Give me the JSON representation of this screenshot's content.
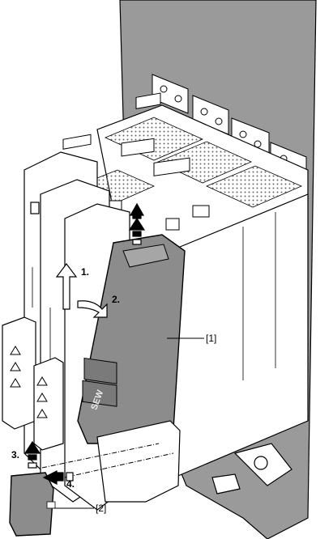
{
  "colors": {
    "wall": "#9a9a9a",
    "cover": "#8c8c8c",
    "housing": "#ffffff",
    "outline": "#000000",
    "grille": "#c9c9c9"
  },
  "labels": {
    "callout_1": "[1]",
    "callout_2": "[2]"
  },
  "steps": {
    "step_1": "1.",
    "step_2": "2.",
    "step_3": "3.",
    "step_4": "4."
  },
  "brand": {
    "logo_text": "SEW"
  },
  "icons": {
    "warning": "warning-triangle-icon"
  }
}
